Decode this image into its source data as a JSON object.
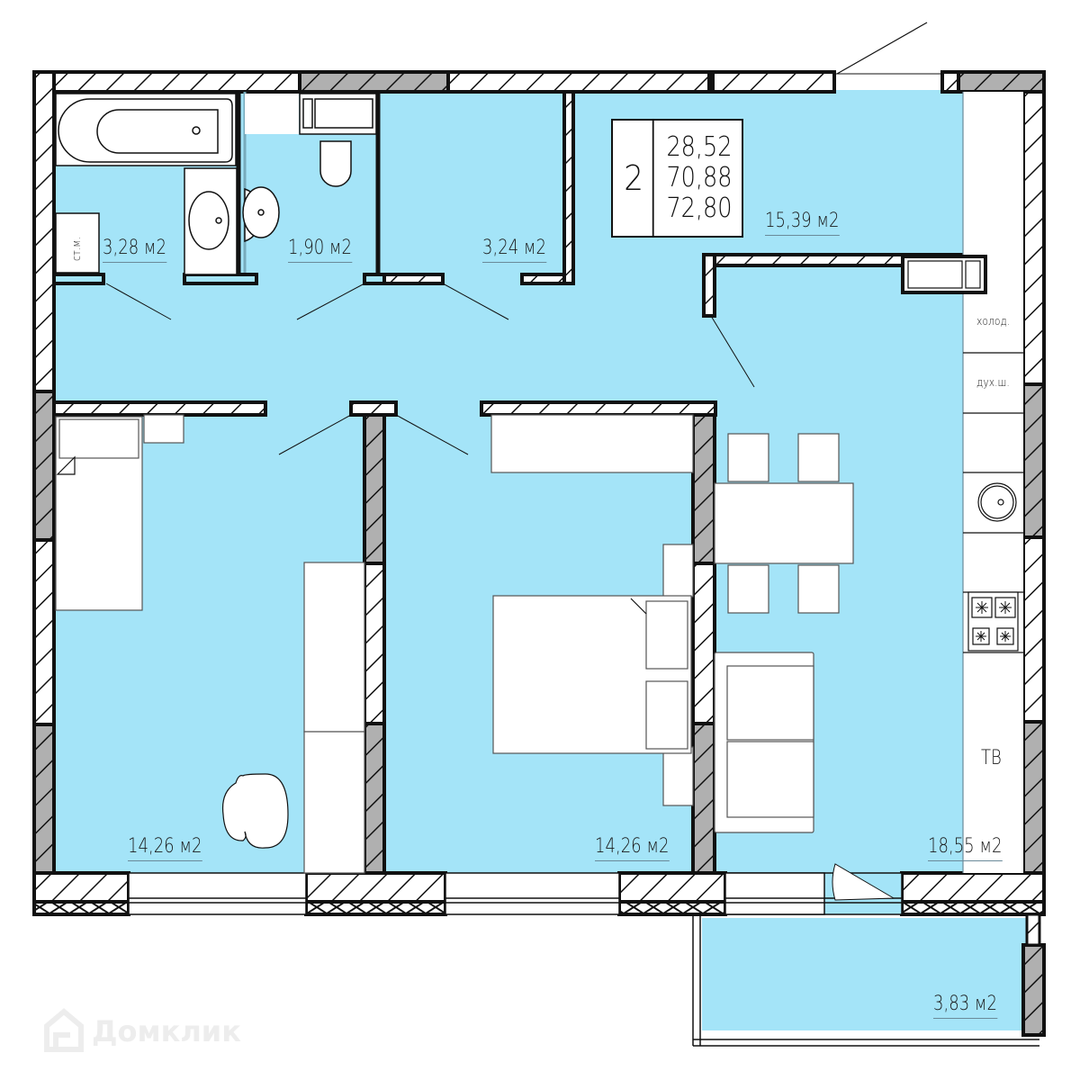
{
  "apartment": {
    "rooms_count": "2",
    "living_area": "28,52",
    "total_area": "70,88",
    "total_area_with_balcony": "72,80"
  },
  "rooms": {
    "bathroom": {
      "area": "3,28 м2",
      "fixture_label": "ст.м."
    },
    "toilet": {
      "area": "1,90 м2"
    },
    "storage": {
      "area": "3,24 м2"
    },
    "hallway": {
      "area": "15,39 м2"
    },
    "bedroom_left": {
      "area": "14,26 м2"
    },
    "bedroom_right": {
      "area": "14,26 м2"
    },
    "kitchen_living": {
      "area": "18,55 м2"
    },
    "balcony": {
      "area": "3,83 м2"
    }
  },
  "kitchen": {
    "fridge_label": "холод.",
    "oven_label": "дух.ш.",
    "tv_label": "ТВ"
  },
  "colors": {
    "floor": "#a4e4f8",
    "wall": "#111111",
    "wall_fill_gray": "#b0b0b0",
    "furniture": "#ffffff"
  },
  "watermark": {
    "text": "Домклик"
  }
}
